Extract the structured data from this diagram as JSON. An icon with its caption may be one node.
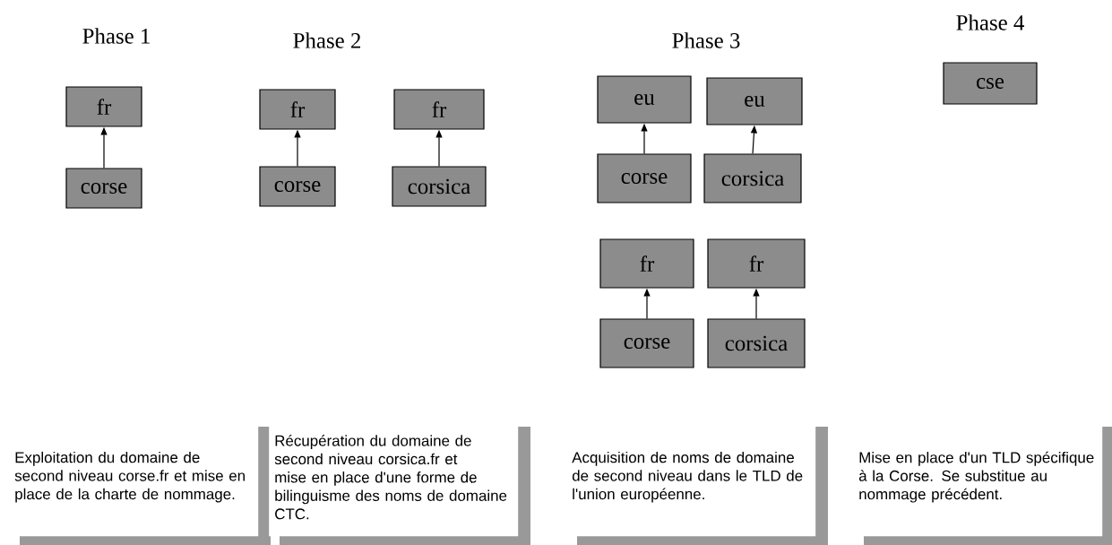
{
  "diagram": {
    "nodes": [
      {
        "text": [
          "fr"
        ]
      },
      {
        "text": [
          "corse"
        ]
      },
      {
        "text": [
          "fr"
        ]
      },
      {
        "text": [
          "fr"
        ]
      },
      {
        "text": [
          "corse"
        ]
      },
      {
        "text": [
          "corsica"
        ]
      },
      {
        "text": [
          "eu"
        ]
      },
      {
        "text": [
          "eu"
        ]
      },
      {
        "text": [
          "corse"
        ]
      },
      {
        "text": [
          "corsica"
        ]
      },
      {
        "text": [
          "fr"
        ]
      },
      {
        "text": [
          "fr"
        ]
      },
      {
        "text": [
          "corse"
        ]
      },
      {
        "text": [
          "corsica"
        ]
      },
      {
        "text": [
          "cse"
        ]
      },
      {
        "text": [
          "Exploitation du domaine de second niveau corse.fr et mise en place de la charte de nommage."
        ]
      },
      {
        "text": [
          "Récupération du domaine de second niveau corsica.fr et mise en place d'une forme de bilinguisme des noms de domaine CTC."
        ]
      },
      {
        "text": [
          "Acquisition de noms de domaine de second niveau dans le TLD de l'union européenne."
        ]
      },
      {
        "text": [
          "Mise en place d'un TLD spécifique à la Corse. Se substitue au nommage précédent."
        ]
      }
    ],
    "edges": [
      {
        "from": 1,
        "to": 0,
        "arrow": "to"
      },
      {
        "from": 4,
        "to": 2,
        "arrow": "to"
      },
      {
        "from": 5,
        "to": 3,
        "arrow": "to"
      },
      {
        "from": 8,
        "to": 6,
        "arrow": "to"
      },
      {
        "from": 9,
        "to": 7,
        "arrow": "to"
      },
      {
        "from": 12,
        "to": 10,
        "arrow": "to"
      },
      {
        "from": 13,
        "to": 11,
        "arrow": "to"
      }
    ],
    "labels": [
      "Phase 1",
      "Phase 2",
      "Phase 3",
      "Phase 4"
    ]
  }
}
